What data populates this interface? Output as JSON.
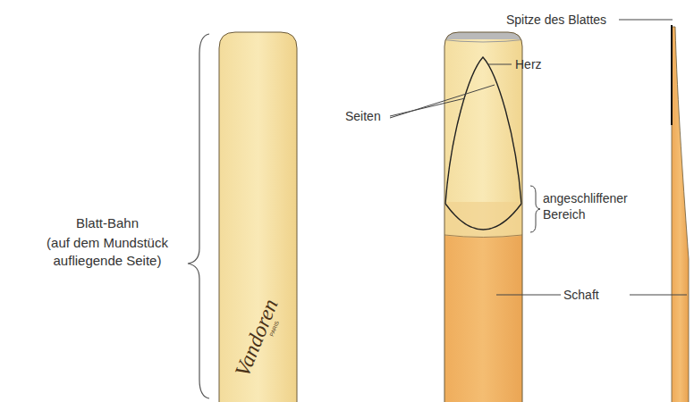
{
  "diagram": {
    "labels": [
      "Spitze des Blattes",
      "Herz",
      "Seiten",
      "Blatt-Bahn",
      "(auf dem Mundstück aufliegende Seite)",
      "angeschliffener Bereich",
      "Schaft",
      "Vandoren",
      "PARIS"
    ]
  }
}
